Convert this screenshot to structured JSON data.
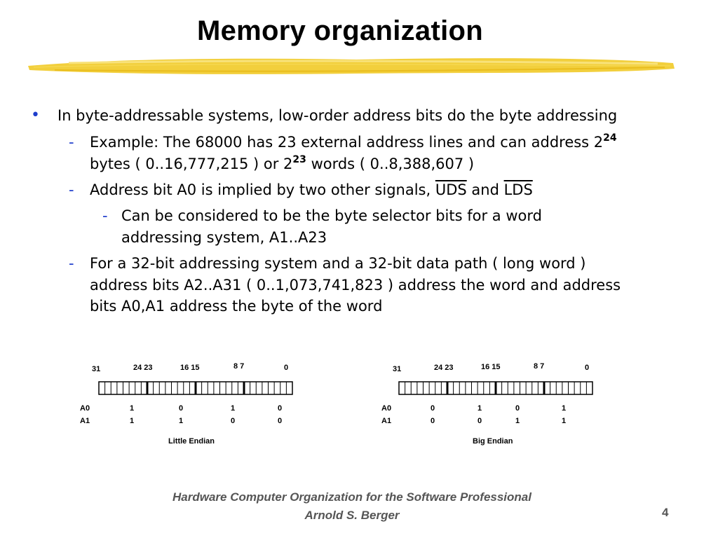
{
  "slide": {
    "title": "Memory organization",
    "bullets": {
      "b1": "In byte-addressable systems, low-order address bits do the byte addressing",
      "s1_line1_pre": "Example: The 68000 has 23 external address lines and can address 2",
      "s1_exp1": "24",
      "s1_line2_pre": "bytes ( 0..16,777,215 ) or 2",
      "s1_exp2": "23",
      "s1_line2_post": " words ( 0..8,388,607 )",
      "s2_pre": "Address bit A0 is implied by two other signals, ",
      "s2_uds": "UDS",
      "s2_and": " and ",
      "s2_lds": "LDS",
      "ss1_line1": "Can be considered to be the byte selector bits for a word",
      "ss1_line2": "addressing system, A1..A23",
      "s3_line1": "For a 32-bit addressing system and a 32-bit data path ( long word )",
      "s3_line2": "address bits A2..A31 ( 0..1,073,741,823 ) address the word and address",
      "s3_line3": "bits A0,A1 address the byte of the word"
    },
    "markers": {
      "bullet": "•",
      "dash": "-"
    },
    "diagrams": {
      "little": {
        "caption": "Little Endian",
        "bits": [
          "31",
          "24 23",
          "16 15",
          "8 7",
          "0"
        ],
        "row_labels": [
          "A0",
          "A1"
        ],
        "a0": [
          "1",
          "0",
          "1",
          "0"
        ],
        "a1": [
          "1",
          "1",
          "0",
          "0"
        ]
      },
      "big": {
        "caption": "Big Endian",
        "bits": [
          "31",
          "24 23",
          "16 15",
          "8 7",
          "0"
        ],
        "row_labels": [
          "A0",
          "A1"
        ],
        "a0": [
          "0",
          "1",
          "0",
          "1"
        ],
        "a1": [
          "0",
          "0",
          "1",
          "1"
        ]
      }
    },
    "footer": {
      "line1": "Hardware Computer Organization for the Software Professional",
      "line2": "Arnold S. Berger",
      "page": "4"
    },
    "colors": {
      "accent": "#1e3dcc",
      "swoosh": "#f2cf3c",
      "footer": "#555555"
    }
  }
}
